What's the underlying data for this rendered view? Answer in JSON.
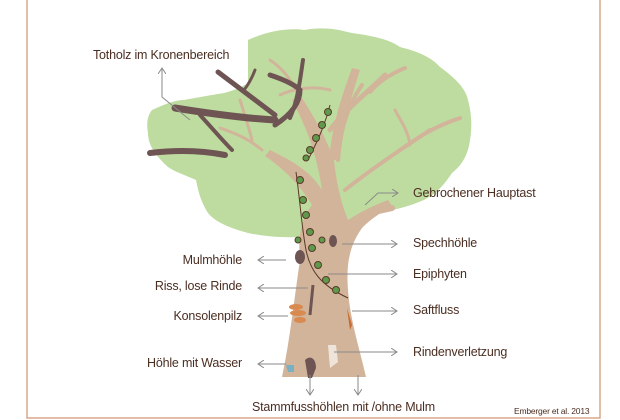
{
  "labels": {
    "deadwood_crown": "Totholz im Kronenbereich",
    "broken_main_branch": "Gebrochener Hauptast",
    "woodpecker_hole": "Spechhöhle",
    "mould_hollow": "Mulmhöhle",
    "epiphytes": "Epiphyten",
    "crack_loose_bark": "Riss, lose Rinde",
    "bracket_fungus": "Konsolenpilz",
    "sap_flow": "Saftfluss",
    "bark_injury": "Rindenverletzung",
    "water_hollow": "Höhle mit Wasser",
    "base_hollows": "Stammfusshöhlen mit /ohne Mulm"
  },
  "citation": "Emberger et al. 2013",
  "colors": {
    "crown": "#bfdca0",
    "wood": "#d2b49a",
    "deadwood": "#6e5553",
    "ivy": "#5f9a4c",
    "frame": "#d9a88a",
    "text": "#4b2e22",
    "arrow": "#8a8a8a"
  }
}
